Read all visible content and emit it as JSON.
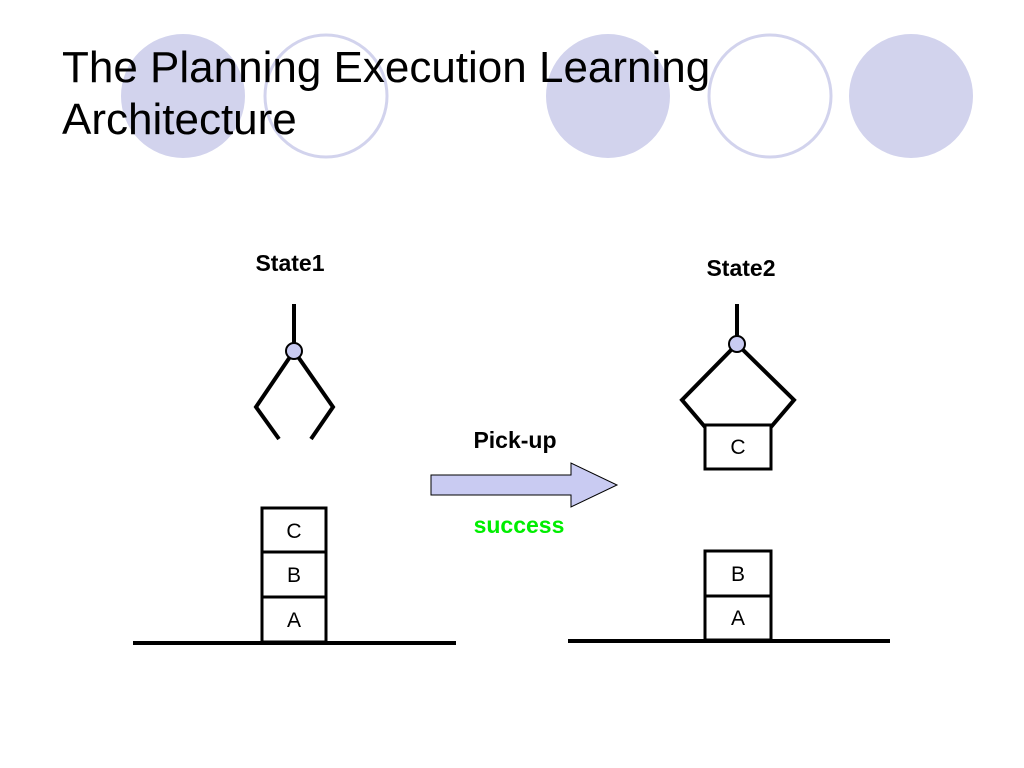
{
  "slide": {
    "title": "The Planning Execution Learning\nArchitecture"
  },
  "colors": {
    "circle_fill": "#d2d3ed",
    "circle_outline": "#d2d3ed",
    "arrow_fill": "#c9cbf2",
    "pivot_fill": "#c9cbf2",
    "success_text": "#00ee00",
    "ink": "#000000"
  },
  "diagram": {
    "state1": {
      "label": "State1",
      "gripper": "open",
      "stack": [
        "C",
        "B",
        "A"
      ]
    },
    "state2": {
      "label": "State2",
      "gripper": "closed",
      "held": "C",
      "stack": [
        "B",
        "A"
      ]
    },
    "transition": {
      "action": "Pick-up",
      "result": "success"
    }
  }
}
